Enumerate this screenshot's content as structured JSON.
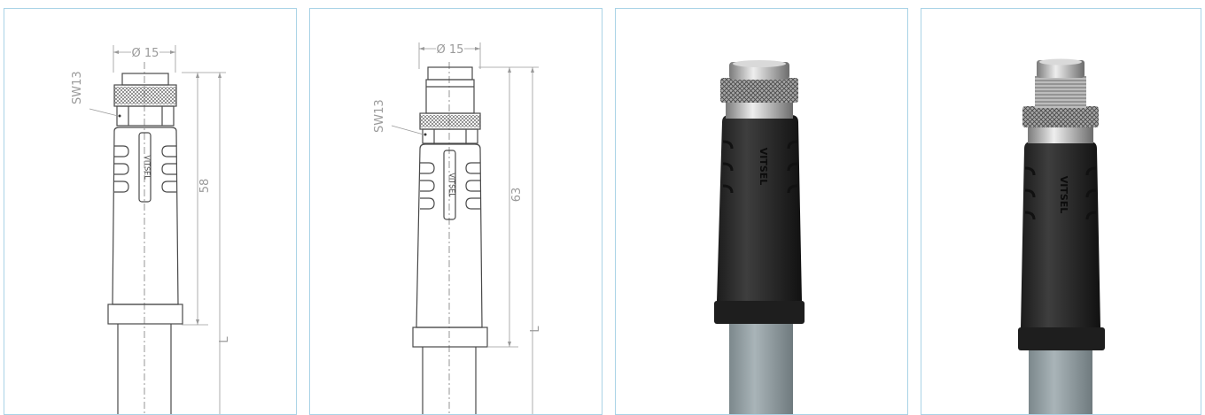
{
  "drawings": [
    {
      "diameter_label": "Ø 15",
      "wrench_label": "SW13",
      "length_label": "58",
      "cable_label": "L",
      "brand_text": "VITSEL"
    },
    {
      "diameter_label": "Ø 15",
      "wrench_label": "SW13",
      "length_label": "63",
      "cable_label": "L",
      "brand_text": "VITSEL"
    }
  ],
  "photos": [
    {
      "brand_text": "VITSEL"
    },
    {
      "brand_text": "VITSEL"
    }
  ],
  "colors": {
    "panel_border": "#a9d3e6",
    "outline": "#4a4a4a",
    "dimension": "#9a9a9a",
    "body_dark": "#2b2b2b",
    "cable_grey": "#8e9a9e",
    "metal": "#c9c9c9"
  }
}
